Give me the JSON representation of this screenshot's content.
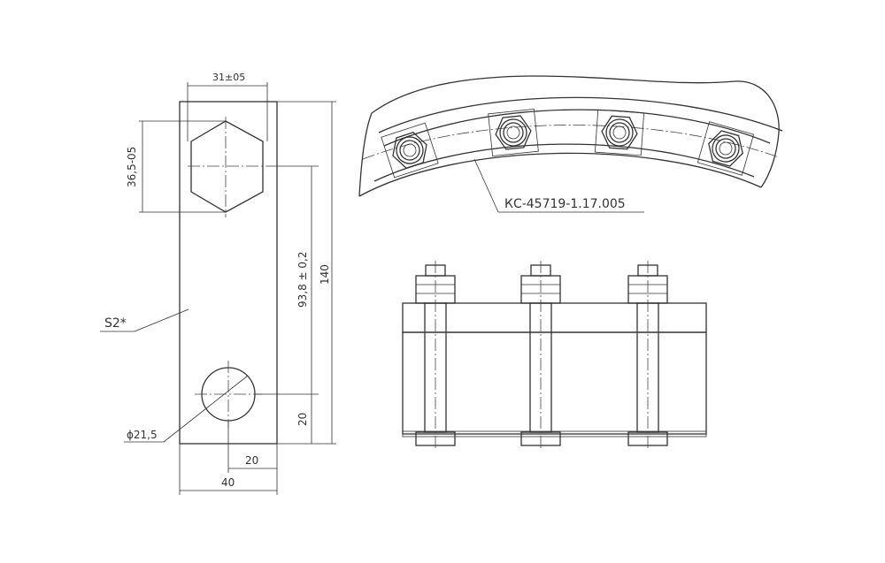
{
  "colors": {
    "line": "#333333",
    "background": "#ffffff",
    "hatch": "#555555"
  },
  "plate": {
    "dim_hex_width": "31±05",
    "dim_hex_height": "36,5-05",
    "dim_hole_center": "93,8 ± 0,2",
    "dim_length": "140",
    "dim_hole_bottom": "20",
    "dim_hole_side": "20",
    "dim_width": "40",
    "hole_diameter": "ϕ21,5",
    "surface_mark": "S2*"
  },
  "ring": {
    "callout": "КС-45719-1.17.005",
    "nut_count": 4
  },
  "section": {
    "bolt_count": 3
  }
}
